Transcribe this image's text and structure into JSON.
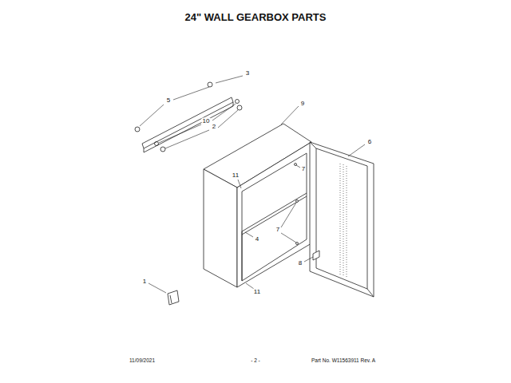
{
  "diagram": {
    "title": "24\" WALL GEARBOX PARTS",
    "labels": [
      "3",
      "5",
      "10",
      "2",
      "9",
      "6",
      "11",
      "7",
      "4",
      "7",
      "8",
      "11",
      "1",
      "11/09/2021",
      "- 2 -",
      "Part No. W11563911  Rev. A"
    ]
  }
}
